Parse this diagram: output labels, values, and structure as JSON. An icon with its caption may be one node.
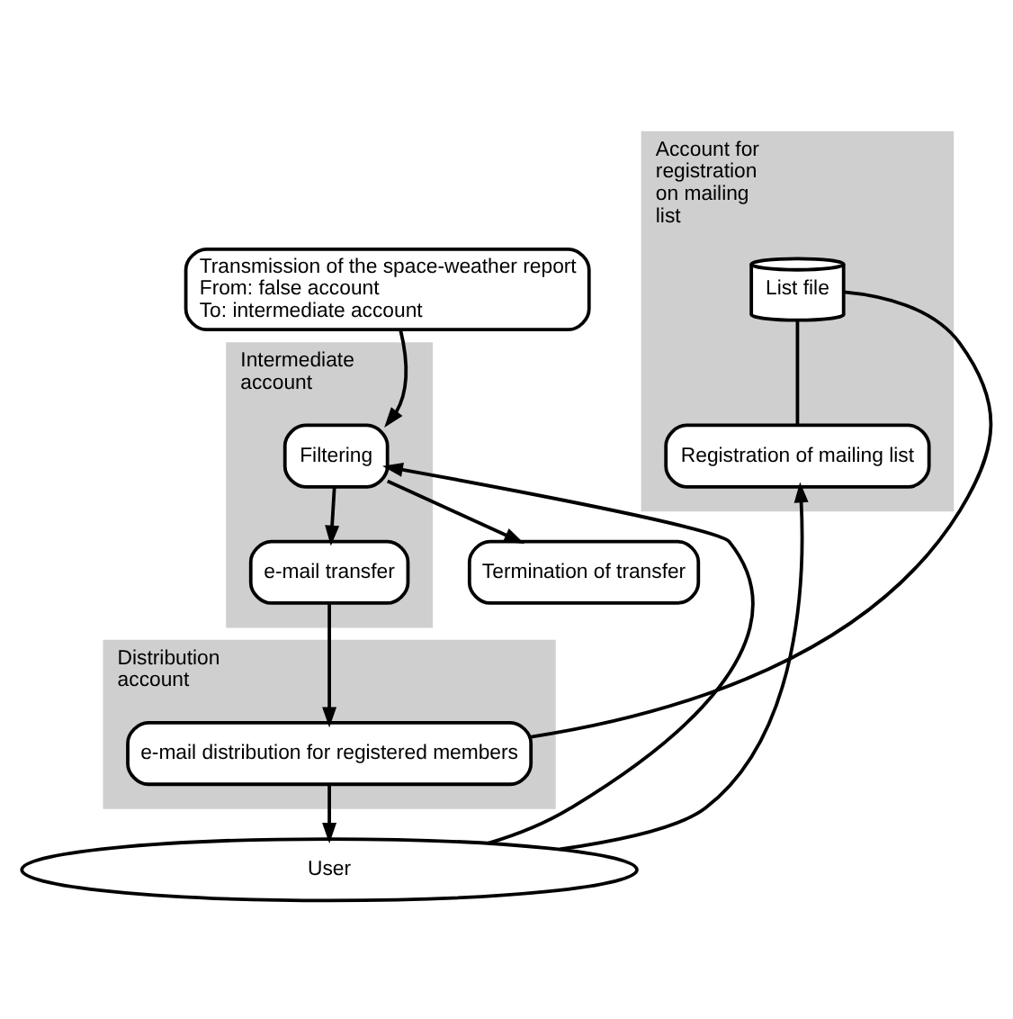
{
  "diagram": {
    "nodes": [
      {
        "text": [
          "Transmission of the space-weather report",
          "From: false account",
          "To: intermediate account"
        ]
      },
      {
        "text": [
          "Intermediate account"
        ]
      },
      {
        "text": [
          "Filtering"
        ],
        "in": 1
      },
      {
        "text": [
          "e-mail transfer"
        ],
        "in": 1
      },
      {
        "text": [
          "Termination of transfer"
        ]
      },
      {
        "text": [
          "Distribution account"
        ]
      },
      {
        "text": [
          "e-mail distribution for registered members"
        ],
        "in": 5
      },
      {
        "text": [
          "Account for registration on mailing list"
        ]
      },
      {
        "text": [
          "List file"
        ],
        "in": 7
      },
      {
        "text": [
          "Registration of mailing list"
        ],
        "in": 7
      },
      {
        "text": [
          "User"
        ]
      }
    ],
    "edges": [
      {
        "from": 0,
        "to": 2,
        "arrow": "to"
      },
      {
        "from": 10,
        "to": 2,
        "arrow": "to"
      },
      {
        "from": 2,
        "to": 4,
        "arrow": "to"
      },
      {
        "from": 2,
        "to": 3,
        "arrow": "to"
      },
      {
        "from": 3,
        "to": 6,
        "arrow": "to"
      },
      {
        "from": 8,
        "to": 6,
        "arrow": "none"
      },
      {
        "from": 8,
        "to": 9,
        "arrow": "none"
      },
      {
        "from": 6,
        "to": 10,
        "arrow": "to"
      },
      {
        "from": 10,
        "to": 9,
        "arrow": "to"
      }
    ]
  }
}
